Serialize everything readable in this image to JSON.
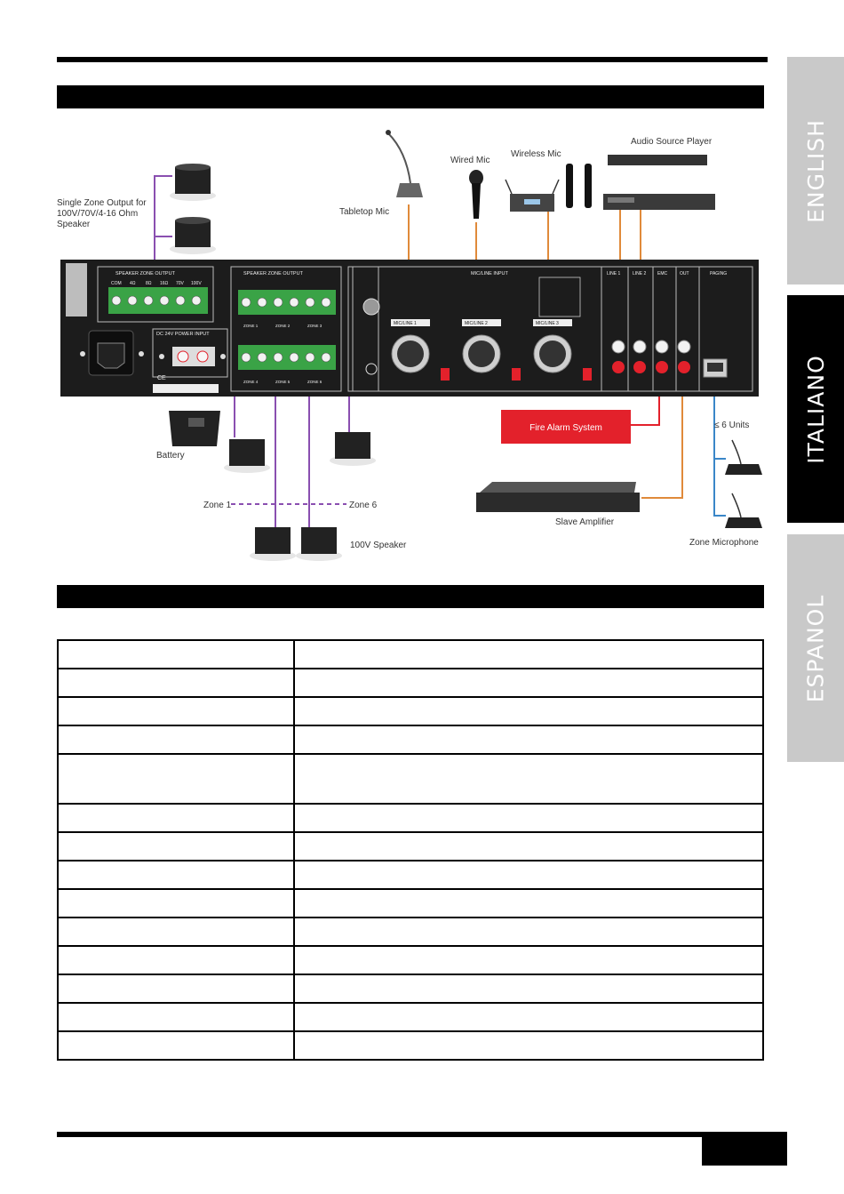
{
  "side_tabs": [
    {
      "label": "ENGLISH",
      "state": "inactive"
    },
    {
      "label": "ITALIANO",
      "state": "active"
    },
    {
      "label": "ESPANOL",
      "state": "inactive"
    }
  ],
  "diagram": {
    "labels": {
      "single_zone": [
        "Single Zone Output for",
        "100V/70V/4-16 Ohm",
        "Speaker"
      ],
      "tabletop_mic": "Tabletop Mic",
      "wired_mic": "Wired Mic",
      "wireless_mic": "Wireless Mic",
      "audio_source": "Audio Source Player",
      "fire_alarm": "Fire Alarm System",
      "battery": "Battery",
      "zone1": "Zone 1",
      "zone6": "Zone 6",
      "speaker_100v": "100V Speaker",
      "slave_amp": "Slave Amplifier",
      "six_units": "≤ 6 Units",
      "zone_mic": "Zone Microphone"
    },
    "panel": {
      "speaker_zone_output": "SPEAKER ZONE OUTPUT",
      "terminal_labels": [
        "COM",
        "4Ω",
        "8Ω",
        "16Ω",
        "70V",
        "100V"
      ],
      "zone_labels_top": [
        "ZONE 1",
        "ZONE 2",
        "ZONE 3"
      ],
      "zone_labels_bottom": [
        "ZONE 4",
        "ZONE 5",
        "ZONE 6"
      ],
      "dc_power": "DC 24V POWER INPUT",
      "mic_labels": [
        "MIC/LINE 1",
        "MIC/LINE 2",
        "MIC/LINE 3"
      ],
      "mic_input": "MIC/LINE INPUT",
      "section_labels": [
        "LINE 1",
        "LINE 2",
        "EMC",
        "OUT",
        "PAGING"
      ],
      "ce": "CE"
    },
    "colors": {
      "purple": "#8a4fb0",
      "orange": "#e08a3a",
      "red": "#e3212b",
      "blue": "#3a86c8",
      "panel": "#1c1c1c",
      "terminal": "#3aa346"
    }
  }
}
